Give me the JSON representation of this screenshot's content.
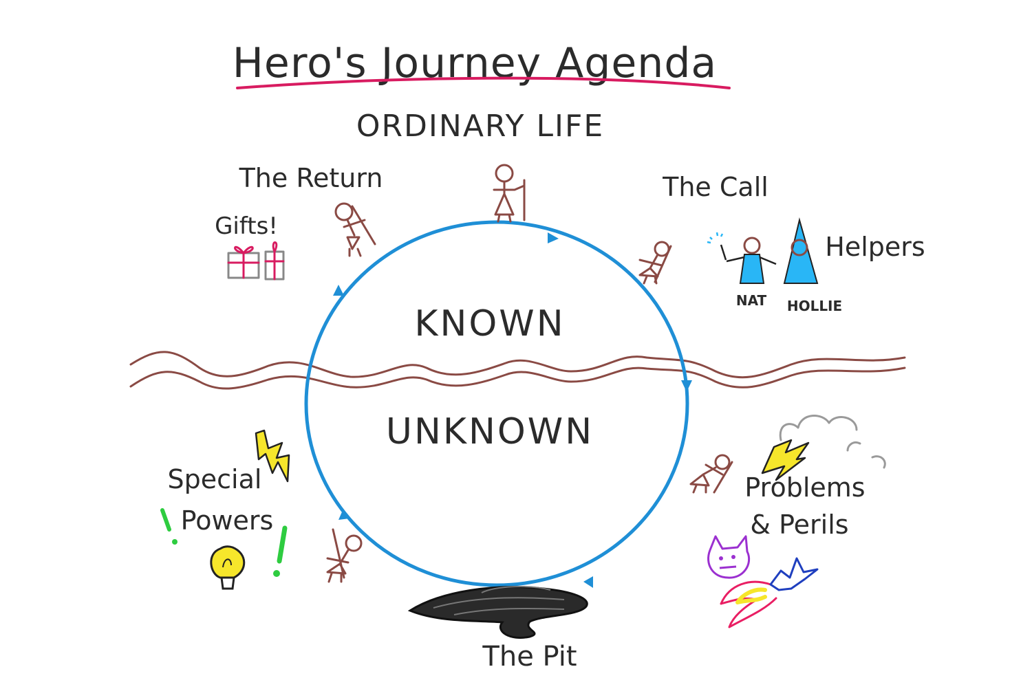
{
  "title": "Hero's Journey Agenda",
  "top_label": "ORDINARY LIFE",
  "regions": {
    "known": "KNOWN",
    "unknown": "UNKNOWN"
  },
  "stages": {
    "return": "The Return",
    "gifts": "Gifts!",
    "call": "The Call",
    "helpers": "Helpers",
    "special_powers_1": "Special",
    "special_powers_2": "Powers",
    "problems_1": "Problems",
    "problems_2": "& Perils",
    "pit": "The Pit"
  },
  "helpers": {
    "names": [
      "NAT",
      "HOLLIE"
    ]
  },
  "colors": {
    "cycle": "#1f8fd6",
    "threshold": "#8a4a44",
    "figures": "#8a4a44",
    "underline": "#d81b60",
    "helpers_fill": "#29b6f6",
    "lightning": "#f6e62b",
    "exclaim": "#2ecc40",
    "gift": "#d81b60",
    "pit": "#222222",
    "monster": "#9b30d0",
    "dragon": "#1f3fbf",
    "fire_red": "#e91e63",
    "fire_yellow": "#f6e62b",
    "cloud": "#9a9a9a",
    "ink": "#2b2b2b"
  }
}
